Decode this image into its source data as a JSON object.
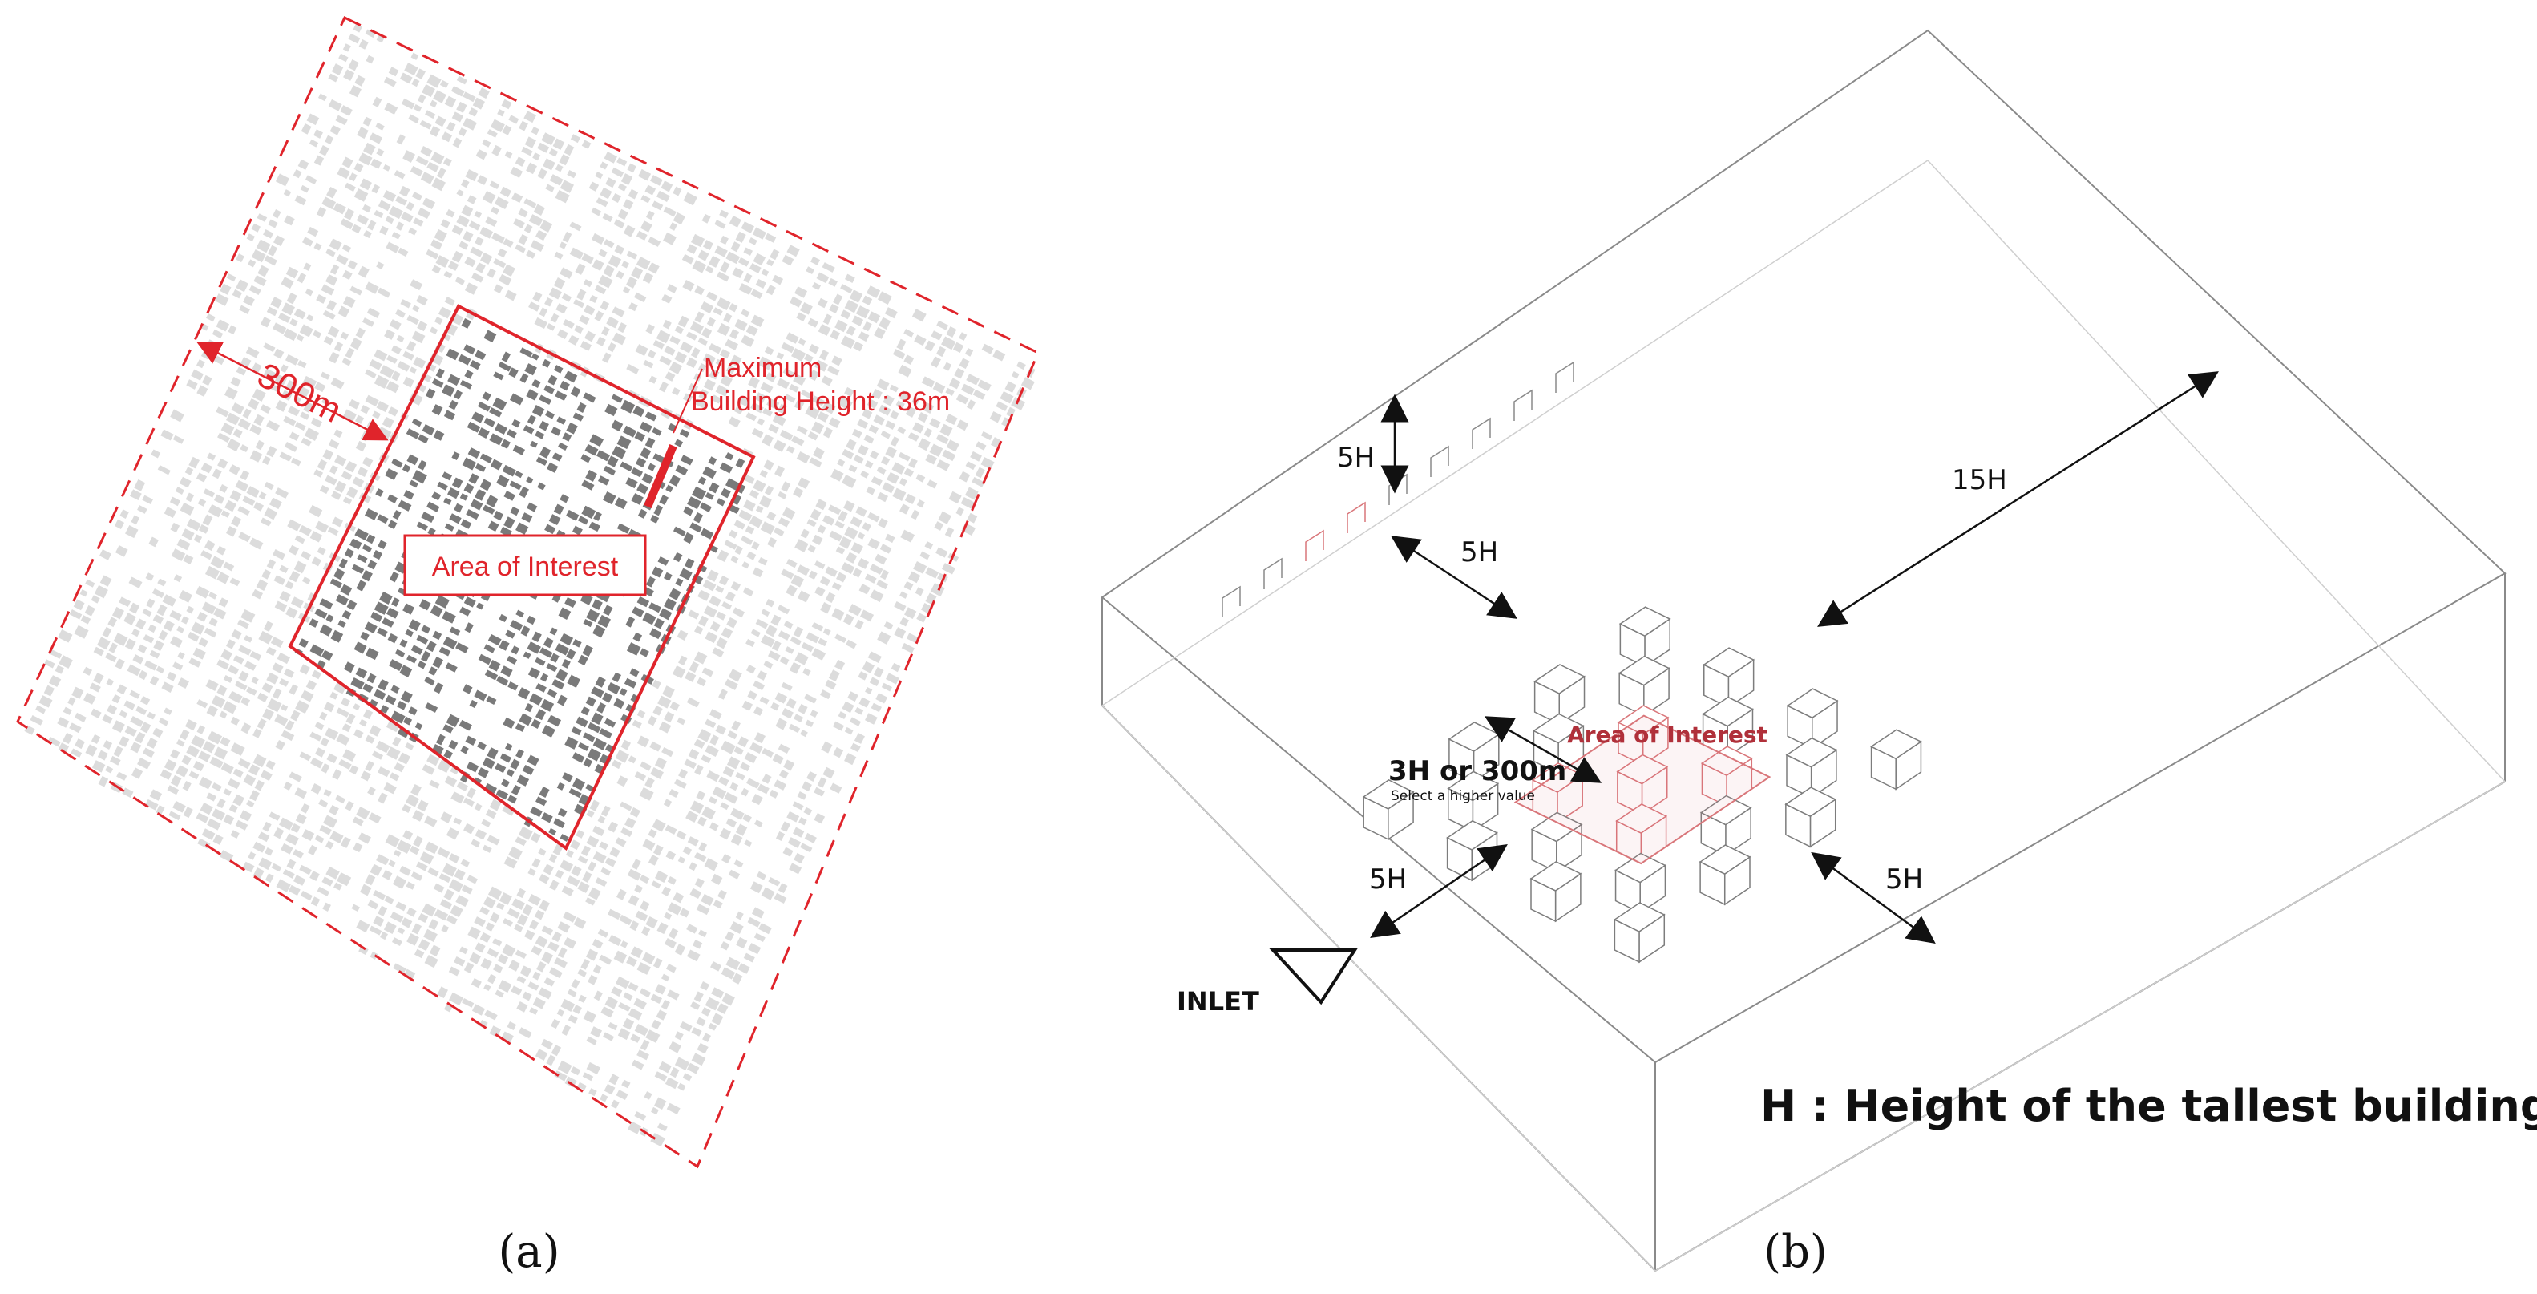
{
  "panel_a": {
    "dimension_label": "300m",
    "max_height_label_line1": "Maximum",
    "max_height_label_line2": "Building Height : 36m",
    "aoi_label": "Area of Interest",
    "caption": "(a)",
    "colors": {
      "accent": "#e0242b",
      "context_buildings": "#dcdcdc",
      "aoi_buildings": "#7a7a7a"
    }
  },
  "panel_b": {
    "label_top_height": "5H",
    "label_side_gap": "5H",
    "label_downstream": "15H",
    "label_buffer_line1": "3H or 300m",
    "label_buffer_line2": "Select a higher value",
    "label_front_gap": "5H",
    "label_lateral_gap": "5H",
    "aoi_label": "Area of Interest",
    "inlet_label": "INLET",
    "legend": "H : Height of the tallest building",
    "caption": "(b)",
    "colors": {
      "accent": "#c0392b",
      "lines": "#8a8a8a"
    }
  }
}
